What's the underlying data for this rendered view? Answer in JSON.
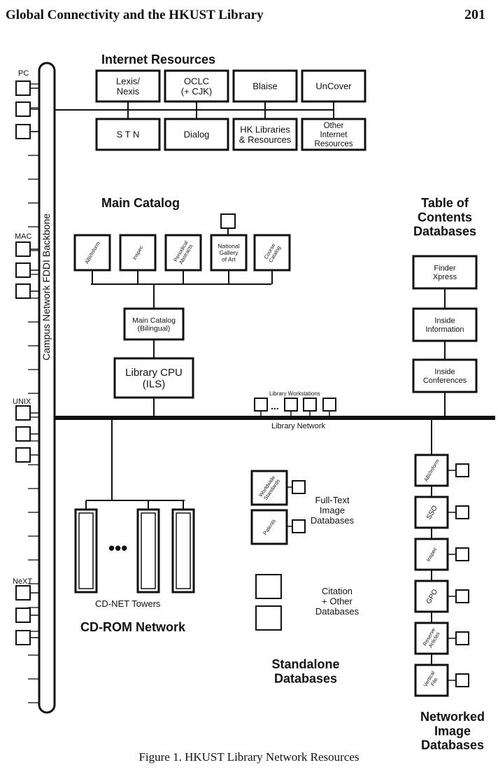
{
  "header": {
    "title": "Global Connectivity and the HKUST Library",
    "page_number": "201"
  },
  "backbone": {
    "label": "Campus Network FDDI Backbone"
  },
  "workstation_groups": [
    "PC",
    "MAC",
    "UNIX",
    "NeXT"
  ],
  "internet": {
    "title": "Internet Resources",
    "boxes": [
      [
        "Lexis/",
        "Nexis"
      ],
      [
        "OCLC",
        "(+ CJK)"
      ],
      [
        "Blaise"
      ],
      [
        "UnCover"
      ],
      [
        "S T N"
      ],
      [
        "Dialog"
      ],
      [
        "HK Libraries",
        "& Resources"
      ],
      [
        "Other",
        "Internet",
        "Resources"
      ]
    ]
  },
  "main_catalog": {
    "title": "Main Catalog",
    "subdbs": [
      [
        "ABI/Inform"
      ],
      [
        "Inspec"
      ],
      [
        "Periodical",
        "Abstracts"
      ],
      [
        "National",
        "Gallery",
        "of Art"
      ],
      [
        "Course",
        "Catalog"
      ]
    ],
    "catalog_box": [
      "Main Catalog",
      "(Bilingual)"
    ],
    "cpu_box": [
      "Library CPU",
      "(ILS)"
    ]
  },
  "toc": {
    "title": [
      "Table of",
      "Contents",
      "Databases"
    ],
    "boxes": [
      [
        "Finder",
        "Xpress"
      ],
      [
        "Inside",
        "Information"
      ],
      [
        "Inside",
        "Conferences"
      ]
    ]
  },
  "library_network": {
    "workstations_label": "Library Workstations",
    "ellipsis": "...",
    "network_label": "Library Network"
  },
  "cdrom": {
    "title": "CD-ROM Network",
    "towers_label": "CD-NET Towers",
    "ellipsis": "•••"
  },
  "standalone": {
    "title": [
      "Standalone",
      "Databases"
    ],
    "fulltext_boxes": [
      [
        "Worldwide",
        "Standards"
      ],
      [
        "Patents"
      ]
    ],
    "fulltext_label": [
      "Full-Text",
      "Image",
      "Databases"
    ],
    "citation_label": [
      "Citation",
      "+ Other",
      "Databases"
    ]
  },
  "networked": {
    "title": [
      "Networked",
      "Image",
      "Databases"
    ],
    "boxes": [
      [
        "ABI/Inform"
      ],
      [
        "SSO"
      ],
      [
        "Inspec"
      ],
      [
        "GPO"
      ],
      [
        "Reserve",
        "Articles"
      ],
      [
        "Vertical",
        "File"
      ]
    ]
  },
  "caption": "Figure 1.  HKUST Library Network Resources"
}
